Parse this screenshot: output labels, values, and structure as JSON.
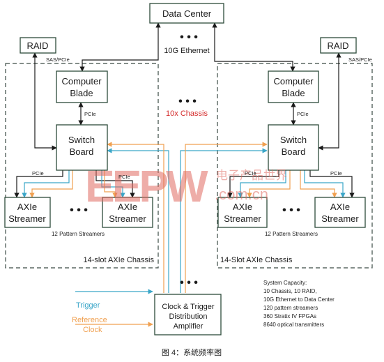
{
  "diagram": {
    "data_center": "Data Center",
    "ethernet": "10G Ethernet",
    "ellipsis": "• • •",
    "chassis_count": "10x Chassis",
    "raid": "RAID",
    "sas_pcie": "SAS/PCIe",
    "computer_blade_line1": "Computer",
    "computer_blade_line2": "Blade",
    "pcie": "PCIe",
    "switch_board_line1": "Switch",
    "switch_board_line2": "Board",
    "axie_line1": "AXIe",
    "axie_line2": "Streamer",
    "pattern_streamers": "12 Pattern Streamers",
    "chassis_left": "14-slot AXIe Chassis",
    "chassis_right": "14-Slot AXIe Chassis",
    "trigger": "Trigger",
    "reference_line1": "Reference",
    "reference_line2": "Clock",
    "amp_line1": "Clock & Trigger",
    "amp_line2": "Distribution",
    "amp_line3": "Amplifier",
    "capacity": [
      "System Capacity:",
      "10 Chassis, 10 RAID,",
      "10G Ethernet to Data Center",
      "120 pattern streamers",
      "360 Stratix IV FPGAs",
      "8640 optical transmitters"
    ],
    "caption": "图 4：系统频率图"
  },
  "watermark": {
    "logo": "EEPW",
    "chinese": "电子产品世界",
    "site": ".com.cn"
  },
  "colors": {
    "trigger_line": "#3aa6c8",
    "reference_line": "#f0a050",
    "chassis_count_text": "#d42a2a",
    "box_stroke": "#2c4a3a",
    "watermark": "#e06a60"
  }
}
